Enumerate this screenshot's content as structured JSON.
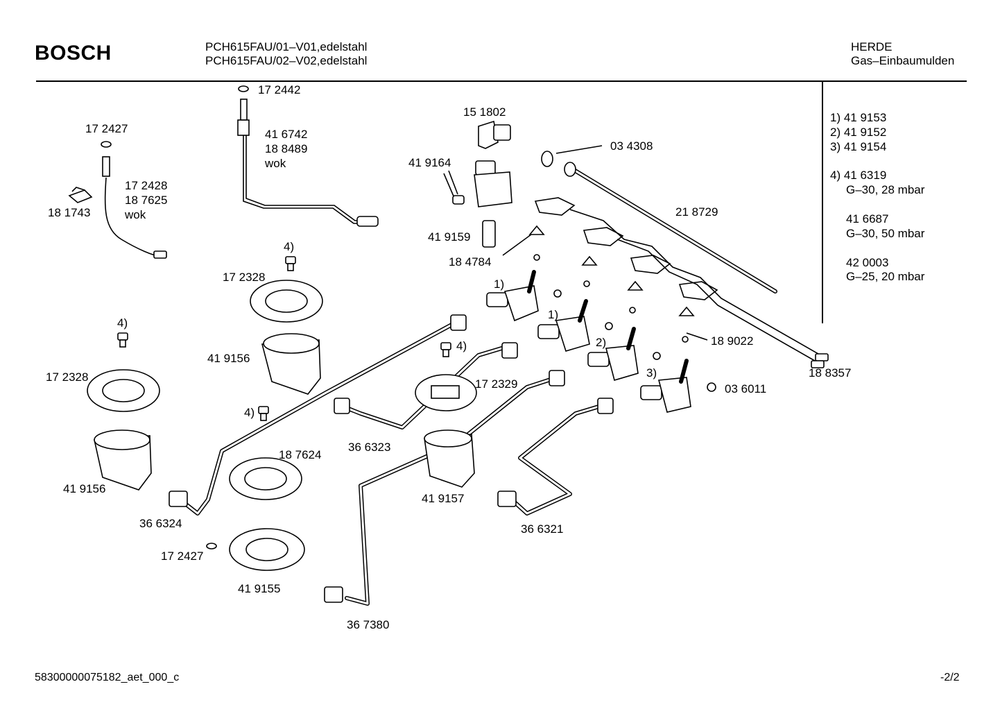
{
  "header": {
    "brand": "BOSCH",
    "model_line_1": "PCH615FAU/01–V01,edelstahl",
    "model_line_2": "PCH615FAU/02–V02,edelstahl",
    "category_1": "HERDE",
    "category_2": "Gas–Einbaumulden"
  },
  "legend": [
    "1) 41 9153",
    "2) 41 9152",
    "3) 41 9154",
    "4) 41 6319",
    "G–30, 28 mbar",
    "41 6687",
    "G–30, 50 mbar",
    "42 0003",
    "G–25, 20 mbar"
  ],
  "parts": {
    "p172442": "17 2442",
    "p172427a": "17 2427",
    "p416742": "41 6742",
    "p188489": "18 8489",
    "wok_a": "wok",
    "p172428": "17 2428",
    "p187625": "18 7625",
    "wok_b": "wok",
    "p181743": "18 1743",
    "p151802": "15 1802",
    "p034308": "03 4308",
    "p419164": "41 9164",
    "p218729": "21 8729",
    "p419159": "41 9159",
    "p184784": "18 4784",
    "n4a": "4)",
    "p172328a": "17 2328",
    "n1a": "1)",
    "n1b": "1)",
    "n4b": "4)",
    "p419156a": "41 9156",
    "n4c": "4)",
    "n2": "2)",
    "p189022": "18 9022",
    "p172328b": "17 2328",
    "p172329": "17 2329",
    "n3": "3)",
    "p036011": "03 6011",
    "p188357": "18 8357",
    "n4d": "4)",
    "p366323": "36 6323",
    "p187624": "18 7624",
    "p419156b": "41 9156",
    "p419157": "41 9157",
    "p366324": "36 6324",
    "p366321": "36 6321",
    "p172427b": "17 2427",
    "p419155": "41 9155",
    "p367380": "36 7380"
  },
  "footer": {
    "doc_id": "58300000075182_aet_000_c",
    "page": "-2/2"
  }
}
